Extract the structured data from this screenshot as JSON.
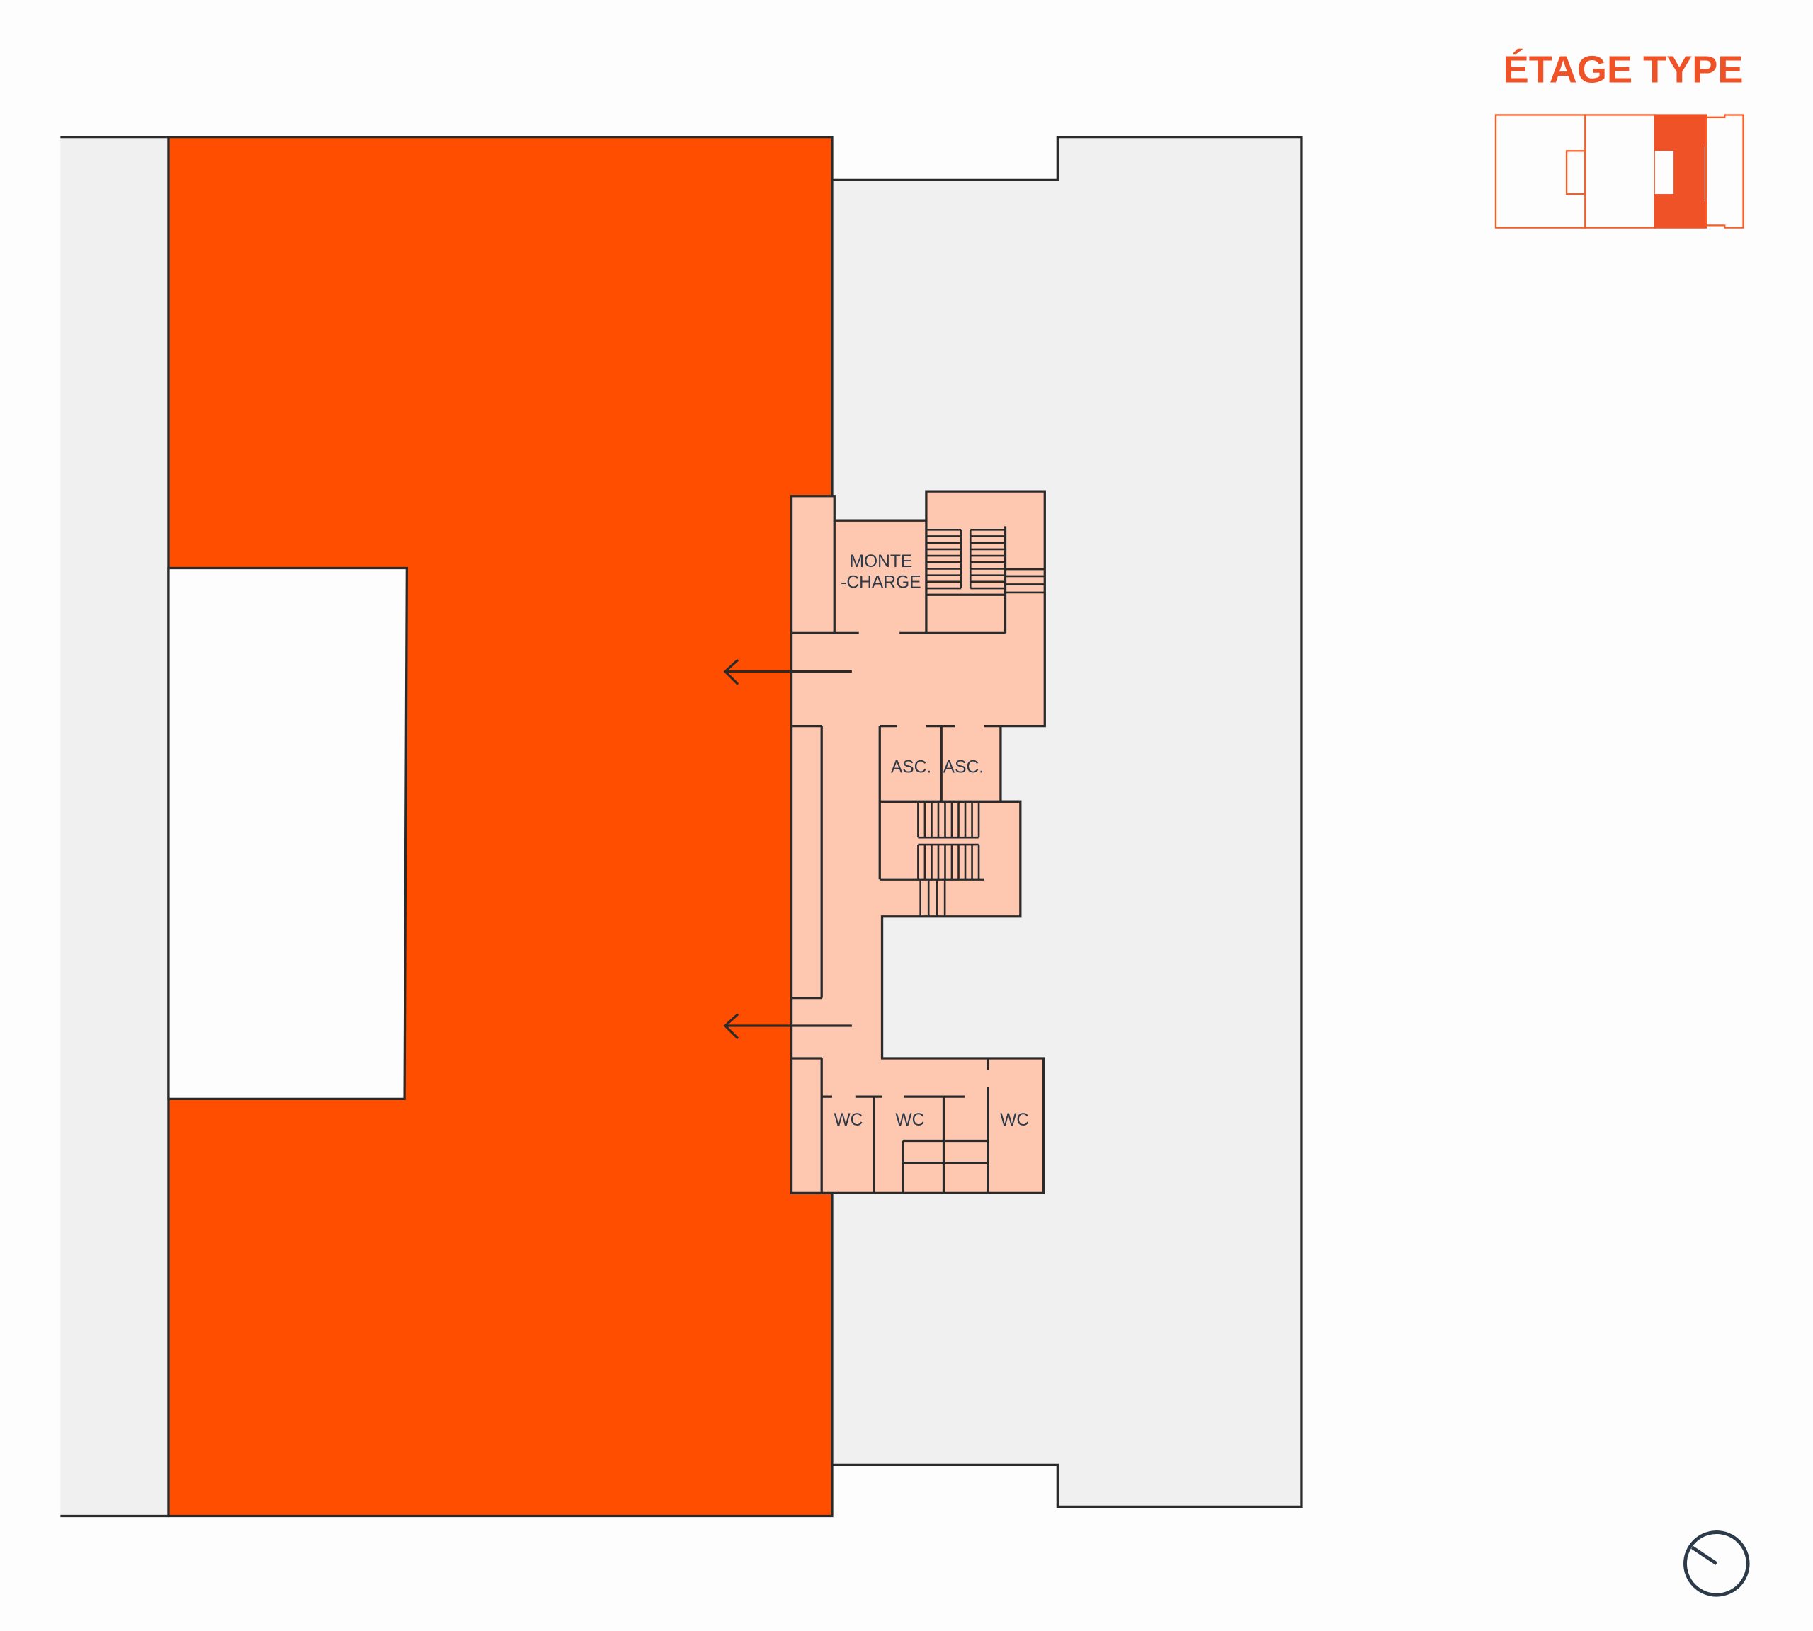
{
  "title": "ÉTAGE TYPE",
  "rooms": {
    "freight_elevator_line1": "MONTE",
    "freight_elevator_line2": "-CHARGE",
    "elevator_1": "ASC.",
    "elevator_2": "ASC.",
    "wc_1": "WC",
    "wc_2": "WC",
    "wc_3": "WC"
  },
  "colors": {
    "selected_lot": "#FF4E00",
    "core": "#FEC8B0",
    "other_lots": "#F0F0F0",
    "accent": "#F05228",
    "lines": "#2A2A2A"
  },
  "icons": {
    "compass": "compass-icon",
    "arrow": "arrow-left-icon"
  }
}
